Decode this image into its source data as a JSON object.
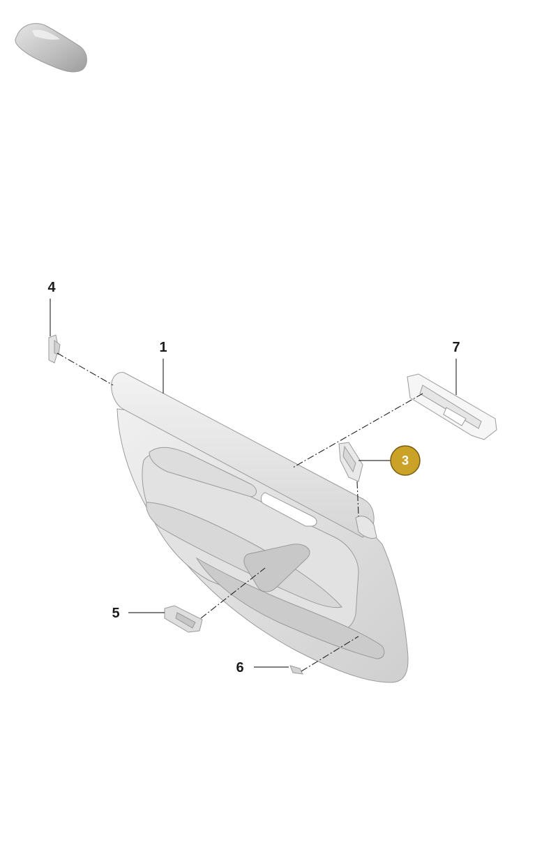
{
  "diagram": {
    "callouts": [
      {
        "id": "1",
        "label": "1",
        "highlighted": false
      },
      {
        "id": "3",
        "label": "3",
        "highlighted": true
      },
      {
        "id": "4",
        "label": "4",
        "highlighted": false
      },
      {
        "id": "5",
        "label": "5",
        "highlighted": false
      },
      {
        "id": "6",
        "label": "6",
        "highlighted": false
      },
      {
        "id": "7",
        "label": "7",
        "highlighted": false
      }
    ],
    "colors": {
      "highlight_fill": "#c9a227",
      "highlight_stroke": "#7a5c10",
      "part_light": "#ececec",
      "part_mid": "#d4d4d4",
      "part_dark": "#bdbdbd",
      "line": "#222222"
    },
    "icons": {
      "vehicle_thumbnail": "car-silhouette-icon"
    }
  }
}
